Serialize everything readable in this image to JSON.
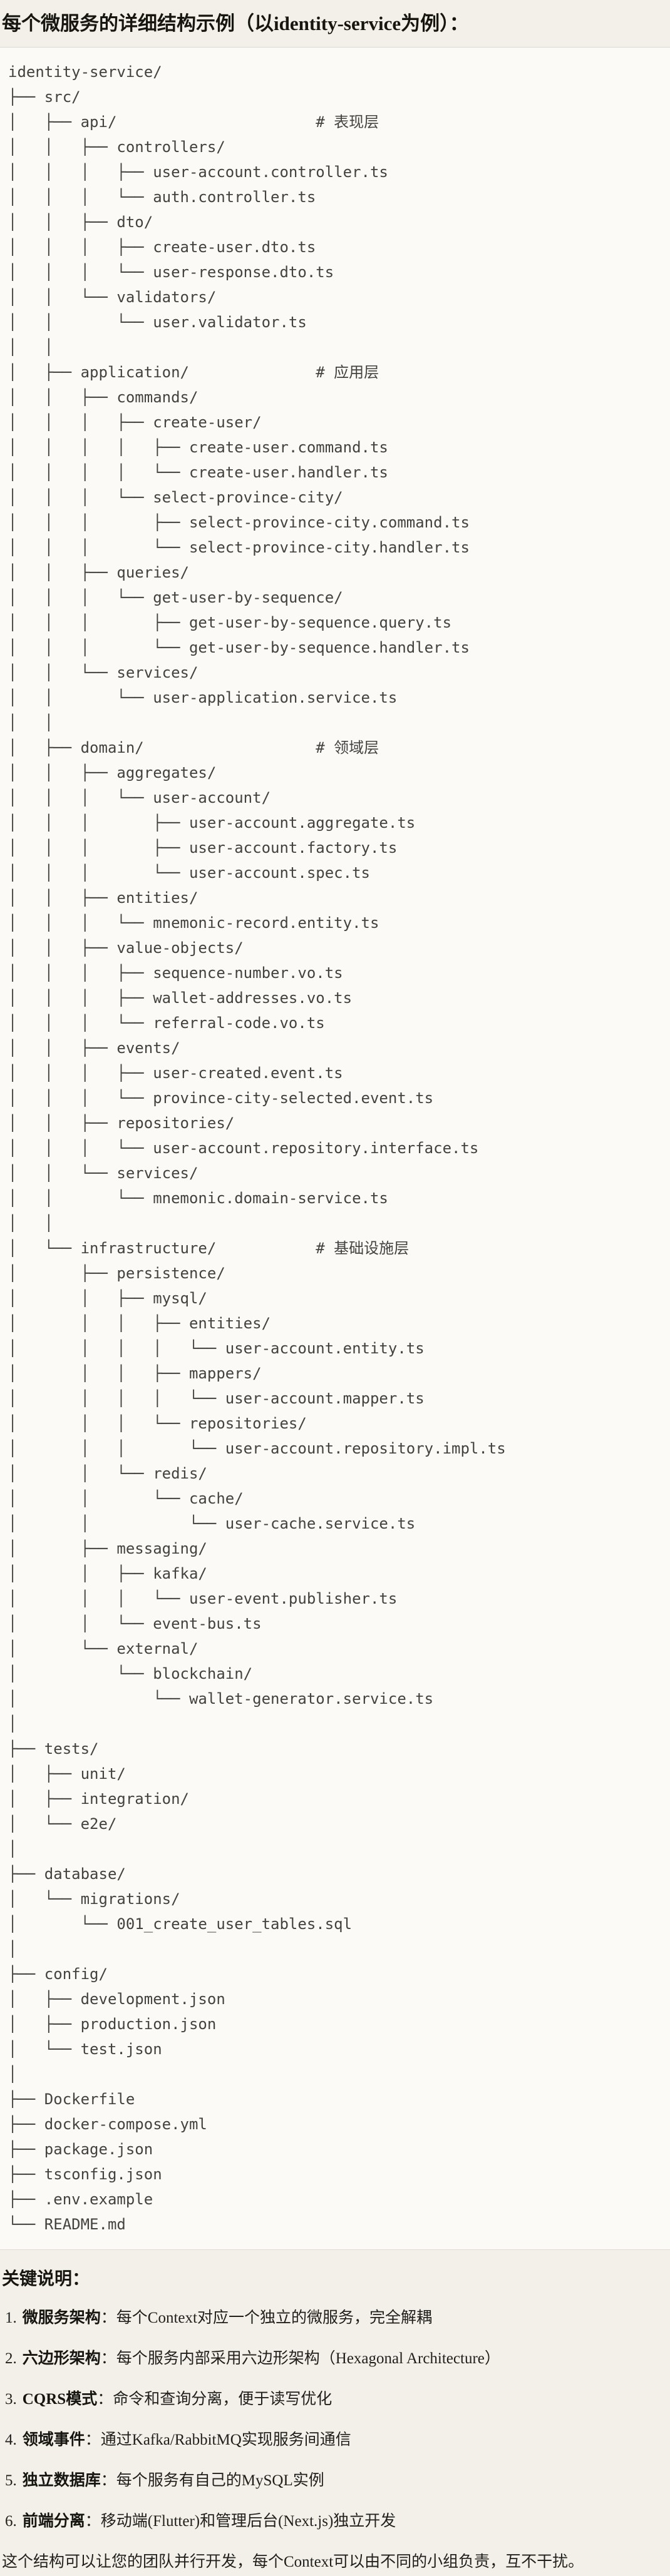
{
  "page": {
    "title": "每个微服务的详细结构示例（以identity-service为例）："
  },
  "code_block": {
    "language": "plaintext-tree",
    "lines": [
      "identity-service/",
      "├── src/",
      "│   ├── api/                      # 表现层",
      "│   │   ├── controllers/",
      "│   │   │   ├── user-account.controller.ts",
      "│   │   │   └── auth.controller.ts",
      "│   │   ├── dto/",
      "│   │   │   ├── create-user.dto.ts",
      "│   │   │   └── user-response.dto.ts",
      "│   │   └── validators/",
      "│   │       └── user.validator.ts",
      "│   │",
      "│   ├── application/              # 应用层",
      "│   │   ├── commands/",
      "│   │   │   ├── create-user/",
      "│   │   │   │   ├── create-user.command.ts",
      "│   │   │   │   └── create-user.handler.ts",
      "│   │   │   └── select-province-city/",
      "│   │   │       ├── select-province-city.command.ts",
      "│   │   │       └── select-province-city.handler.ts",
      "│   │   ├── queries/",
      "│   │   │   └── get-user-by-sequence/",
      "│   │   │       ├── get-user-by-sequence.query.ts",
      "│   │   │       └── get-user-by-sequence.handler.ts",
      "│   │   └── services/",
      "│   │       └── user-application.service.ts",
      "│   │",
      "│   ├── domain/                   # 领域层",
      "│   │   ├── aggregates/",
      "│   │   │   └── user-account/",
      "│   │   │       ├── user-account.aggregate.ts",
      "│   │   │       ├── user-account.factory.ts",
      "│   │   │       └── user-account.spec.ts",
      "│   │   ├── entities/",
      "│   │   │   └── mnemonic-record.entity.ts",
      "│   │   ├── value-objects/",
      "│   │   │   ├── sequence-number.vo.ts",
      "│   │   │   ├── wallet-addresses.vo.ts",
      "│   │   │   └── referral-code.vo.ts",
      "│   │   ├── events/",
      "│   │   │   ├── user-created.event.ts",
      "│   │   │   └── province-city-selected.event.ts",
      "│   │   ├── repositories/",
      "│   │   │   └── user-account.repository.interface.ts",
      "│   │   └── services/",
      "│   │       └── mnemonic.domain-service.ts",
      "│   │",
      "│   └── infrastructure/           # 基础设施层",
      "│       ├── persistence/",
      "│       │   ├── mysql/",
      "│       │   │   ├── entities/",
      "│       │   │   │   └── user-account.entity.ts",
      "│       │   │   ├── mappers/",
      "│       │   │   │   └── user-account.mapper.ts",
      "│       │   │   └── repositories/",
      "│       │   │       └── user-account.repository.impl.ts",
      "│       │   └── redis/",
      "│       │       └── cache/",
      "│       │           └── user-cache.service.ts",
      "│       ├── messaging/",
      "│       │   ├── kafka/",
      "│       │   │   └── user-event.publisher.ts",
      "│       │   └── event-bus.ts",
      "│       └── external/",
      "│           └── blockchain/",
      "│               └── wallet-generator.service.ts",
      "│",
      "├── tests/",
      "│   ├── unit/",
      "│   ├── integration/",
      "│   └── e2e/",
      "│",
      "├── database/",
      "│   └── migrations/",
      "│       └── 001_create_user_tables.sql",
      "│",
      "├── config/",
      "│   ├── development.json",
      "│   ├── production.json",
      "│   └── test.json",
      "│",
      "├── Dockerfile",
      "├── docker-compose.yml",
      "├── package.json",
      "├── tsconfig.json",
      "├── .env.example",
      "└── README.md"
    ]
  },
  "notes": {
    "heading": "关键说明：",
    "items": [
      {
        "num": "1.",
        "label": "微服务架构",
        "colon": "：",
        "text": "每个Context对应一个独立的微服务，完全解耦"
      },
      {
        "num": "2.",
        "label": "六边形架构",
        "colon": "：",
        "text": "每个服务内部采用六边形架构（Hexagonal Architecture）"
      },
      {
        "num": "3.",
        "label": "CQRS模式",
        "colon": "：",
        "text": "命令和查询分离，便于读写优化"
      },
      {
        "num": "4.",
        "label": "领域事件",
        "colon": "：",
        "text": "通过Kafka/RabbitMQ实现服务间通信"
      },
      {
        "num": "5.",
        "label": "独立数据库",
        "colon": "：",
        "text": "每个服务有自己的MySQL实例"
      },
      {
        "num": "6.",
        "label": "前端分离",
        "colon": "：",
        "text": "移动端(Flutter)和管理后台(Next.js)独立开发"
      }
    ],
    "footer": "这个结构可以让您的团队并行开发，每个Context可以由不同的小组负责，互不干扰。"
  },
  "colors": {
    "page_background": "#F2F0E9",
    "code_background": "#FBFAF6",
    "code_border": "#DBD9D2",
    "code_text": "#434240",
    "heading_text": "#16150F",
    "body_text": "#201F1B"
  }
}
